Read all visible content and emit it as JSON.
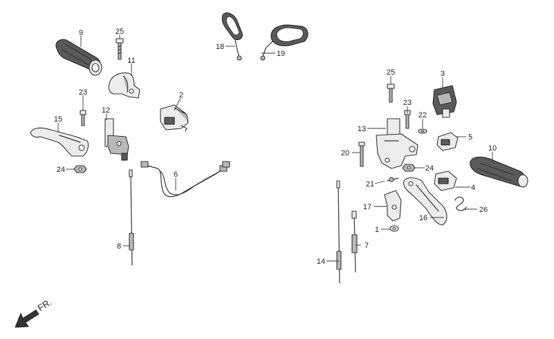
{
  "diagram": {
    "direction_label": "FR.",
    "callouts": [
      "9",
      "25",
      "11",
      "23",
      "15",
      "12",
      "2",
      "24",
      "6",
      "8",
      "18",
      "19",
      "25",
      "3",
      "23",
      "22",
      "13",
      "5",
      "20",
      "10",
      "24",
      "21",
      "4",
      "17",
      "16",
      "26",
      "1",
      "7",
      "14"
    ]
  }
}
